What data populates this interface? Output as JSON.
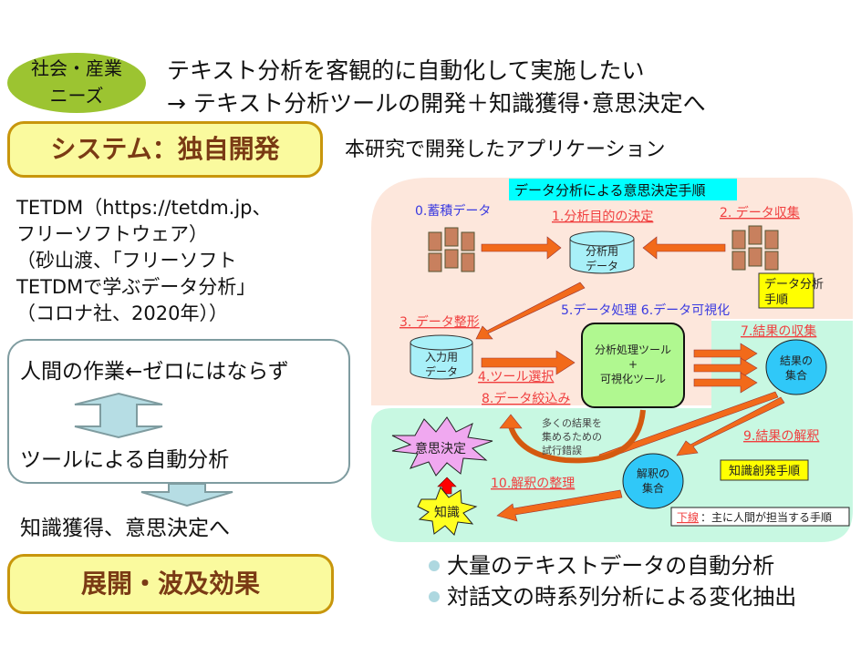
{
  "needs": {
    "label_line1": "社会・産業",
    "label_line2": "ニーズ"
  },
  "title": {
    "line1": "テキスト分析を客観的に自動化して実施したい",
    "line2": "→  テキスト分析ツールの開発＋知識獲得･意思決定へ"
  },
  "system": {
    "label": "システム：独自開発",
    "app_caption": "本研究で開発したアプリケーション",
    "tetdm_text": "TETDM（https://tetdm.jp、\nフリーソフトウェア）\n（砂山渡、「フリーソフト\nTETDMで学ぶデータ分析」\n（コロナ社、2020年））"
  },
  "human_box": {
    "line1": "人間の作業←ゼロにはならず",
    "line2": "ツールによる自動分析"
  },
  "final_text": "知識獲得、意思決定へ",
  "effects": {
    "label": "展開・波及効果",
    "bullets": [
      "大量のテキストデータの自動分析",
      "対話文の時系列分析による変化抽出"
    ]
  },
  "diagram": {
    "title": "データ分析による意思決定手順",
    "step0": "0.蓄積データ",
    "step1": "1.分析目的の決定",
    "step2": "2. データ収集",
    "step3": "3. データ整形",
    "step4": "4.ツール選択",
    "step56": "5.データ処理 6.データ可視化",
    "step7": "7.結果の収集",
    "step8": "8.データ絞込み",
    "step9": "9.結果の解釈",
    "step10": "10.解釈の整理",
    "analysis_db": [
      "分析用",
      "データ"
    ],
    "input_db": [
      "入力用",
      "データ"
    ],
    "tool_box": [
      "分析処理ツール",
      "+",
      "可視化ツール"
    ],
    "result_set": [
      "結果の",
      "集合"
    ],
    "interp_set": [
      "解釈の",
      "集合"
    ],
    "trial_note": [
      "多くの結果を",
      "集めるための",
      "試行錯誤"
    ],
    "decision": "意思決定",
    "knowledge": "知識",
    "data_proc_label": [
      "データ分析",
      "手順"
    ],
    "knowledge_proc_label": "知識創発手順",
    "legend_underline": "下線",
    "legend_rest": "：主に人間が担当する手順",
    "colors": {
      "panel_top": "#fde7dc",
      "panel_bottom": "#c8f8e2",
      "arrow": "#f26a1a",
      "underline_text": "#f04040",
      "blue_text": "#3a3ae0",
      "title_bg": "#00ffff",
      "db_fill": "#a8f0f8",
      "tool_fill": "#b0f890",
      "set_fill": "#30c8f8",
      "yellow_label": "#ffff00",
      "doc_fill": "#c8805e",
      "decision_fill": "#f0a8f0",
      "knowledge_fill": "#ffff20"
    }
  }
}
